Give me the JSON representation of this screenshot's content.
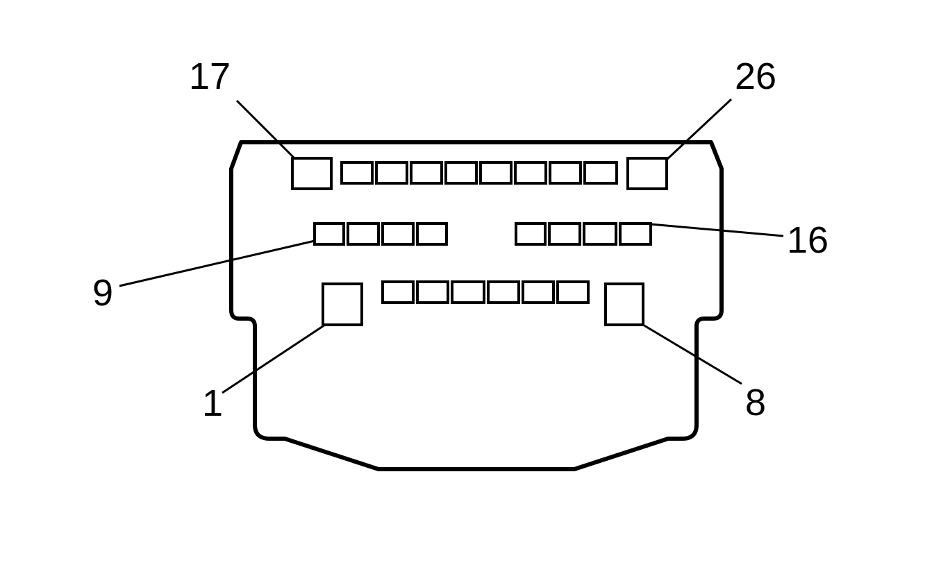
{
  "diagram": {
    "colors": {
      "stroke": "#000000",
      "background": "#ffffff"
    },
    "labels": {
      "pin_17": "17",
      "pin_26": "26",
      "pin_16": "16",
      "pin_9": "9",
      "pin_1": "1",
      "pin_8": "8"
    }
  }
}
